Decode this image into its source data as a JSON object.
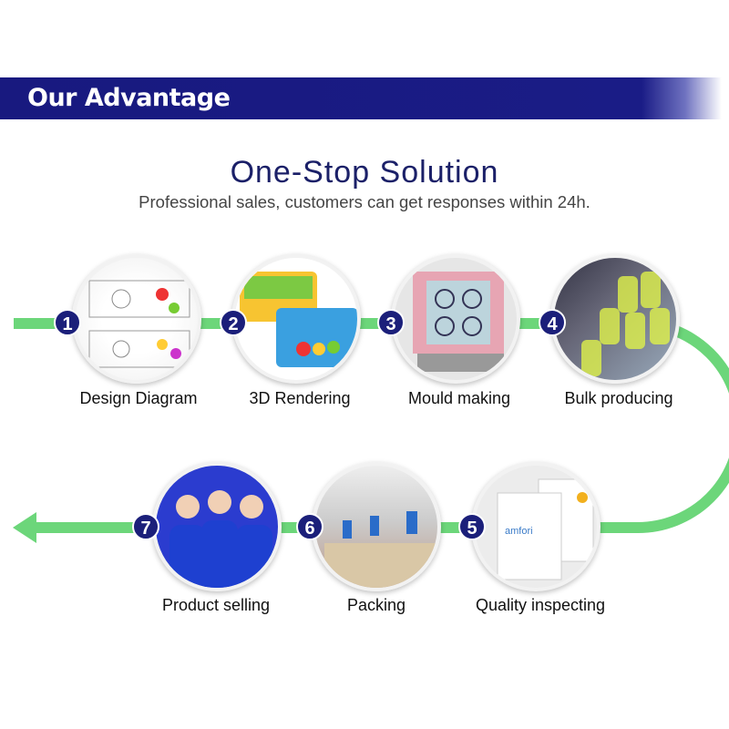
{
  "banner": {
    "title": "Our Advantage"
  },
  "heading": {
    "title": "One-Stop Solution",
    "subtitle": "Professional sales, customers can get responses within 24h."
  },
  "steps": [
    {
      "number": "1",
      "label": "Design Diagram"
    },
    {
      "number": "2",
      "label": "3D Rendering"
    },
    {
      "number": "3",
      "label": "Mould making"
    },
    {
      "number": "4",
      "label": "Bulk producing"
    },
    {
      "number": "5",
      "label": "Quality inspecting"
    },
    {
      "number": "6",
      "label": "Packing"
    },
    {
      "number": "7",
      "label": "Product selling"
    }
  ],
  "colors": {
    "navy": "#1b1f7a",
    "green": "#6cd67a"
  }
}
